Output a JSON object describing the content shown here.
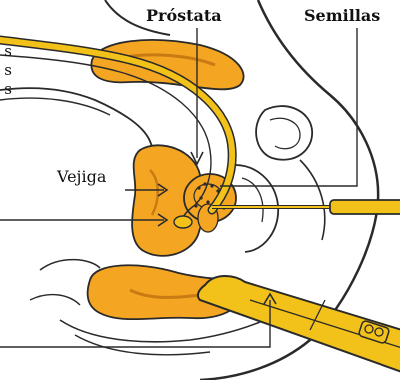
{
  "labels": {
    "prostate": "Próstata",
    "seeds": "Semillas",
    "bladder": "Vejiga",
    "cut_left_1": "s",
    "cut_left_2": "s",
    "cut_left_3": "s"
  },
  "colors": {
    "organ_fill": "#f4a623",
    "organ_dark": "#c97a12",
    "outline": "#2a2a2a",
    "instrument": "#f2c21a",
    "background": "#ffffff"
  }
}
